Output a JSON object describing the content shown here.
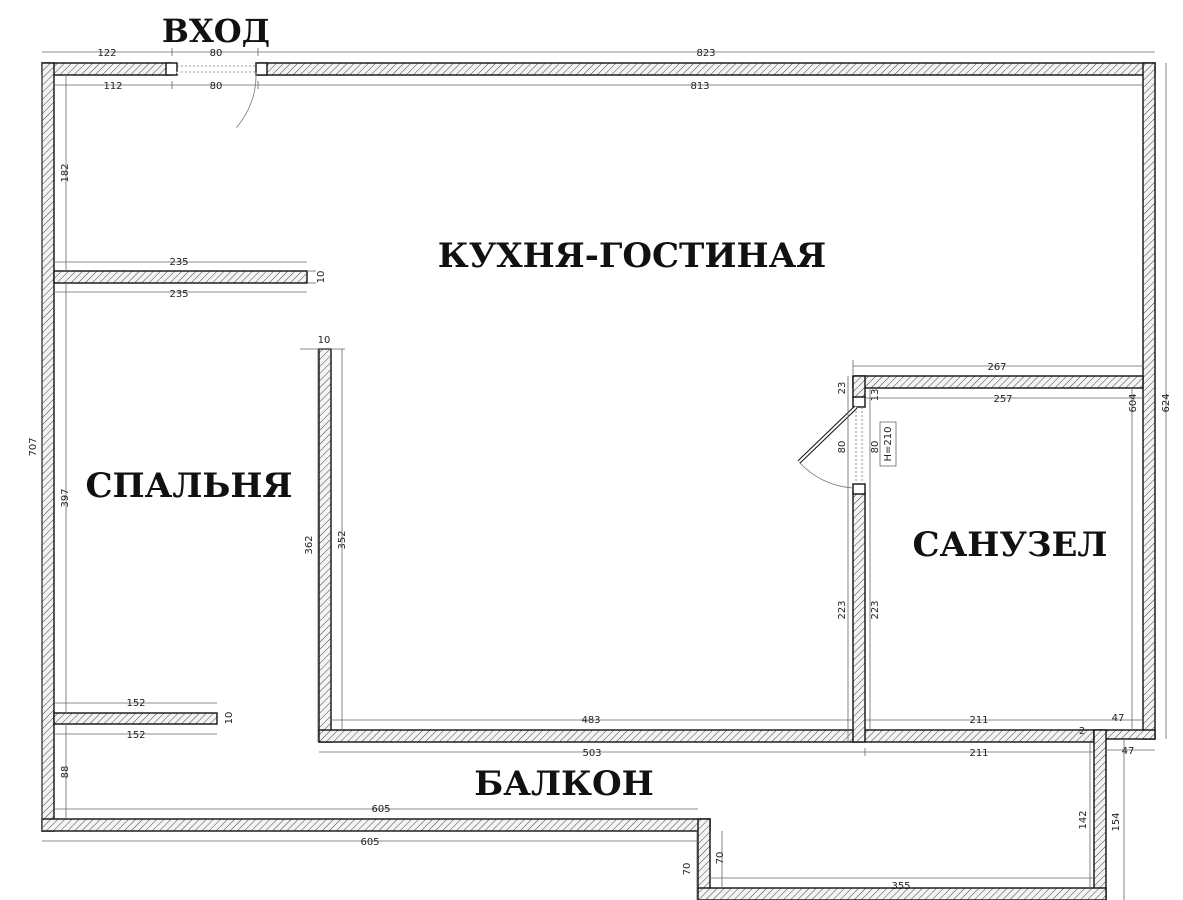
{
  "rooms": {
    "entrance": "ВХОД",
    "kitchen_living": "КУХНЯ-ГОСТИНАЯ",
    "bedroom": "СПАЛЬНЯ",
    "bathroom": "САНУЗЕЛ",
    "balcony": "БАЛКОН"
  },
  "dimensions": {
    "top_left_outer": "122",
    "top_door_outer": "80",
    "top_right_outer": "823",
    "top_left_inner": "112",
    "top_door_inner": "80",
    "top_right_inner": "813",
    "left_upper": "182",
    "partition_top_upper": "235",
    "partition_top_thickness": "10",
    "partition_top_lower": "235",
    "left_outer_total": "707",
    "bedroom_height": "397",
    "mid_wall_thickness": "10",
    "mid_wall_outer": "362",
    "mid_wall_inner": "352",
    "bath_top_outer": "267",
    "bath_top_inner": "257",
    "bath_wall_thickness": "23",
    "bath_jamb": "13",
    "bath_door_left": "80",
    "bath_door_right": "80",
    "bath_door_height": "H=210",
    "bath_wall_left_lower": "223",
    "bath_wall_right_lower": "223",
    "bath_right_inner": "604",
    "right_outer_total": "624",
    "partition_bottom_upper": "152",
    "partition_bottom_thickness": "10",
    "partition_bottom_lower": "152",
    "kitchen_bottom_inner": "483",
    "bath_bottom_inner": "211",
    "bath_small_right": "47",
    "bath_small_gap": "2",
    "kitchen_bottom_outer": "503",
    "bath_bottom_outer": "211",
    "right_step": "47",
    "balcony_left_height": "88",
    "balcony_upper_width": "605",
    "balcony_lower_width": "605",
    "balcony_right_inner": "142",
    "balcony_right_outer": "154",
    "balcony_step_outer": "70",
    "balcony_step_inner": "70",
    "balcony_bottom_width": "355"
  }
}
